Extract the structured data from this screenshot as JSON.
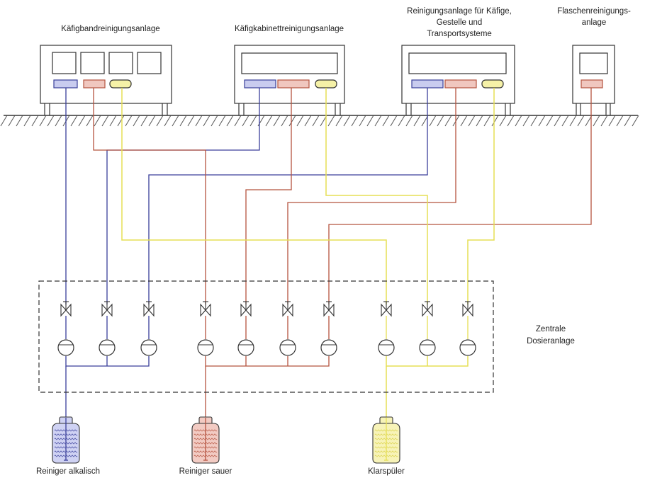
{
  "machines": [
    {
      "id": "kaefigband",
      "title_lines": [
        "Käfigbandreinigungsanlage"
      ]
    },
    {
      "id": "kaefigkabinett",
      "title_lines": [
        "Käfigkabinettreinigungsanlage"
      ]
    },
    {
      "id": "reinigungsanlage",
      "title_lines": [
        "Reinigungsanlage für Käfige,",
        "Gestelle und",
        "Transportsysteme"
      ]
    },
    {
      "id": "flaschen",
      "title_lines": [
        "Flaschenreinigungs-",
        "anlage"
      ]
    }
  ],
  "central_unit": {
    "title_lines": [
      "Zentrale",
      "Dosieranlage"
    ]
  },
  "tanks": [
    {
      "id": "alkalisch",
      "label": "Reiniger alkalisch",
      "chemical": "alkaline"
    },
    {
      "id": "sauer",
      "label": "Reiniger sauer",
      "chemical": "acid"
    },
    {
      "id": "klarspueler",
      "label": "Klarspüler",
      "chemical": "rinse"
    }
  ],
  "colors": {
    "alkaline": "#3a3f9a",
    "acid": "#b5533f",
    "rinse": "#e6df55",
    "line": "#333333",
    "ground_hatch": "#555555"
  },
  "icons": [
    "gate-valve-icon",
    "pump-icon",
    "tank-icon",
    "ground-hatch-icon"
  ]
}
